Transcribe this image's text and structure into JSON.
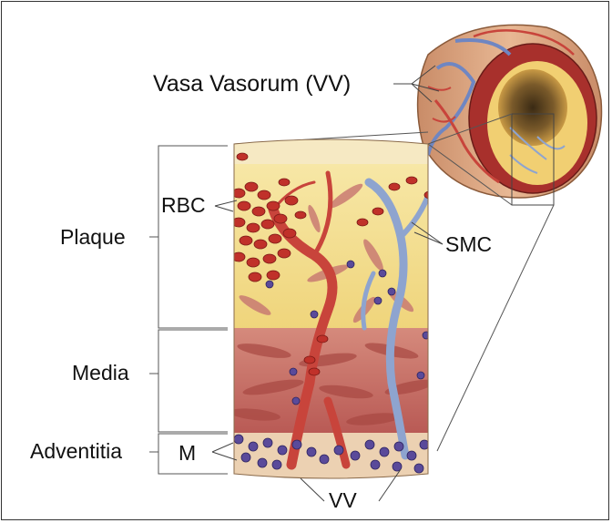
{
  "labels": {
    "vasa_vasorum": "Vasa Vasorum (VV)",
    "rbc": "RBC",
    "smc": "SMC",
    "plaque": "Plaque",
    "media": "Media",
    "adventitia": "Adventitia",
    "m": "M",
    "vv": "VV"
  },
  "colors": {
    "plaque": "#f3dc88",
    "media": "#c96e66",
    "adventitia": "#e9c9a6",
    "blood_vessel": "#c8443b",
    "vein": "#8ea4cf",
    "macrophage": "#5a4a9a",
    "outer_vessel": "#d4a27d"
  }
}
